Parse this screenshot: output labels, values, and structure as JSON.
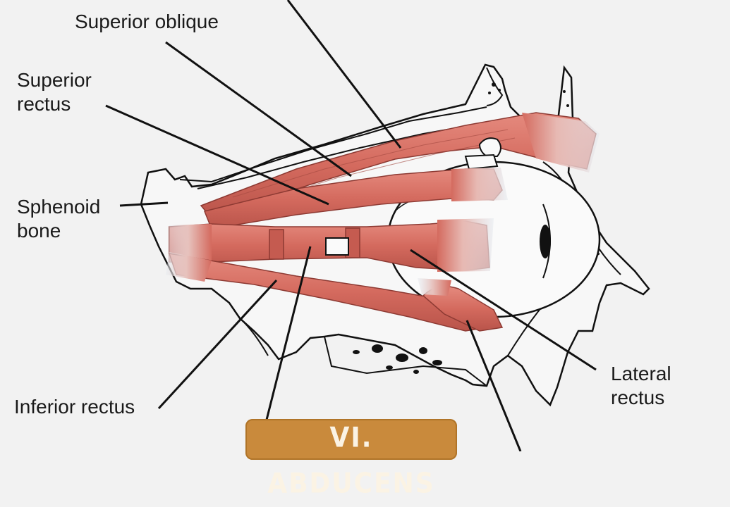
{
  "diagram": {
    "labels": {
      "superior_oblique": "Superior oblique",
      "superior_rectus_line1": "Superior",
      "superior_rectus_line2": "rectus",
      "sphenoid_line1": "Sphenoid",
      "sphenoid_line2": "bone",
      "inferior_rectus": "Inferior rectus",
      "lateral_rectus_line1": "Lateral",
      "lateral_rectus_line2": "rectus"
    },
    "banner": "VI. ABDUCENS",
    "colors": {
      "background": "#f2f2f2",
      "muscle": "#d96f63",
      "muscle_dark": "#b94e45",
      "tendon": "#dfe4ea",
      "bone_outline": "#111111",
      "banner": "#c98a3c",
      "banner_text": "#fbf3e4"
    }
  }
}
